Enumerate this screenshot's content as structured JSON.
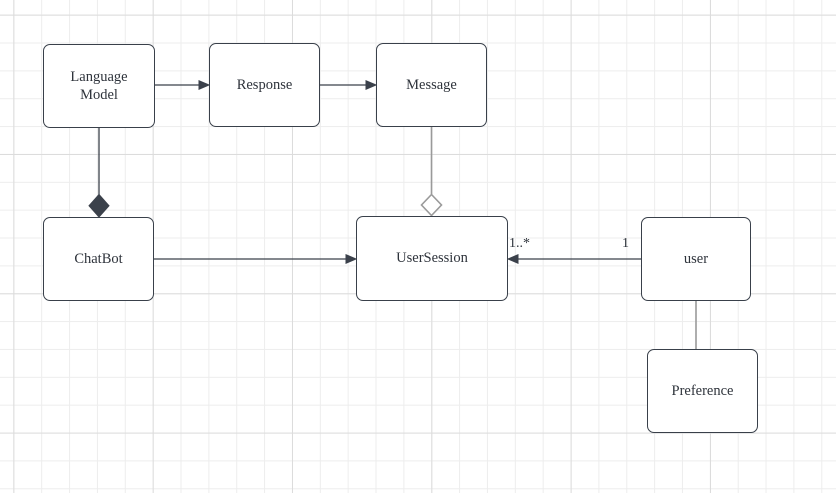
{
  "diagram": {
    "type": "uml-class-diagram",
    "nodes": {
      "language_model": {
        "label": "Language Model"
      },
      "response": {
        "label": "Response"
      },
      "message": {
        "label": "Message"
      },
      "chatbot": {
        "label": "ChatBot"
      },
      "user_session": {
        "label": "UserSession"
      },
      "user": {
        "label": "user"
      },
      "preference": {
        "label": "Preference"
      }
    },
    "edges": {
      "languagemodel_to_response": {
        "type": "directed-arrow"
      },
      "response_to_message": {
        "type": "directed-arrow"
      },
      "chatbot_to_usersession": {
        "type": "directed-arrow"
      },
      "user_to_usersession": {
        "type": "directed-arrow",
        "source_multiplicity": "1",
        "target_multiplicity": "1..*"
      },
      "languagemodel_to_chatbot": {
        "type": "composition-filled-diamond"
      },
      "message_to_usersession": {
        "type": "aggregation-hollow-diamond"
      },
      "user_to_preference": {
        "type": "plain-line"
      }
    },
    "colors": {
      "node_border": "#39404a",
      "node_fill": "#ffffff",
      "connector_dark": "#3b414b",
      "connector_gray": "#9a9a9a",
      "text": "#2e333b",
      "grid_minor": "#ededed",
      "grid_major": "#dcdcdc",
      "canvas_bg": "#ffffff"
    }
  }
}
